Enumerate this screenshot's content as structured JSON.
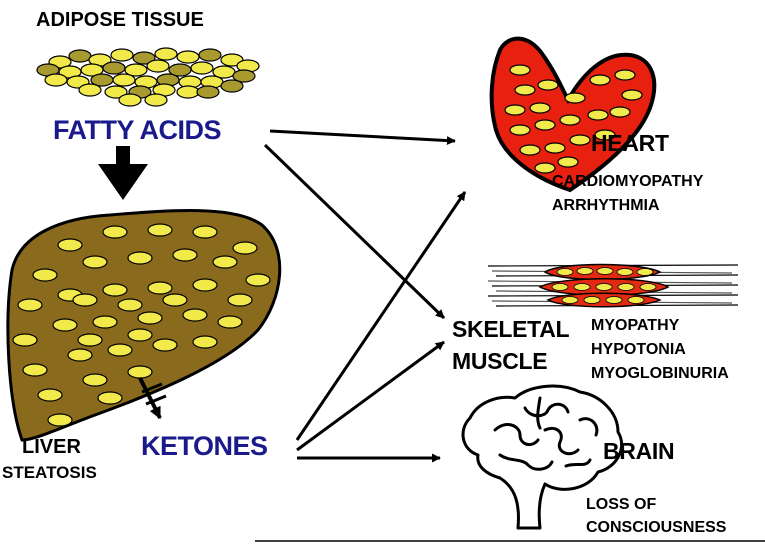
{
  "labels": {
    "adipose": "ADIPOSE TISSUE",
    "fatty_acids": "FATTY ACIDS",
    "liver": "LIVER",
    "steatosis": "STEATOSIS",
    "ketones": "KETONES",
    "heart": "HEART",
    "heart_effects": [
      "CARDIOMYOPATHY",
      "ARRHYTHMIA"
    ],
    "skeletal_muscle": [
      "SKELETAL",
      "MUSCLE"
    ],
    "muscle_effects": [
      "MYOPATHY",
      "HYPOTONIA",
      "MYOGLOBINURIA"
    ],
    "brain": "BRAIN",
    "brain_effects": [
      "LOSS OF",
      "CONSCIOUSNESS"
    ]
  },
  "colors": {
    "label_blue": "#1a1a8c",
    "fat_yellow": "#f2e94a",
    "fat_olive": "#a89a2f",
    "liver_brown": "#8a6a1c",
    "heart_red": "#e8200f",
    "muscle_red": "#e22a12"
  },
  "icons": [
    "adipose-tissue-icon",
    "liver-icon",
    "heart-icon",
    "skeletal-muscle-icon",
    "brain-icon"
  ]
}
